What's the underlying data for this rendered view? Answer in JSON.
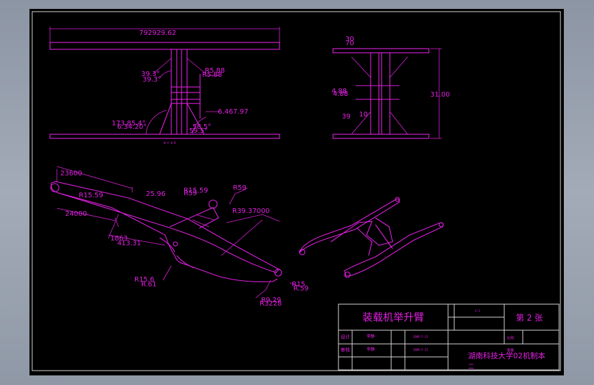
{
  "views": {
    "front": {
      "width_dim": "792929.62",
      "angle_top_a": "39.3°",
      "angle_top_b": "39.3°",
      "r_right_a": "R5.88",
      "r_right_b": "R5.88",
      "dim_mid_right": "6.467.97",
      "angle_left": "173.85.4°",
      "angle_left_b": "6.34.20°",
      "angle_bottom": "58.5°",
      "angle_bottom_b": "59.5°",
      "note": "Ⅲ A Ⅲ B"
    },
    "side": {
      "top_dim": "30",
      "top_dim_b": "70",
      "mid_dim": "4.88",
      "mid_dim_b": "4.88",
      "height_dim": "31.00",
      "bottom_a": "39",
      "bottom_b": "10"
    },
    "detail": {
      "d1": "23600",
      "d2": "R15.59",
      "d3": "25.96",
      "d4": "R15.59",
      "d5": "R59",
      "d6": "R39.37000",
      "d7": "24000",
      "d8": "1863",
      "d9": "413.31",
      "d10": "R15.6",
      "d11": "R.61",
      "d12": "R15",
      "d13": "R.59",
      "d14": "R9.29",
      "d15": "R3228"
    }
  },
  "title_block": {
    "title": "装载机举升臂",
    "sheet": "第 2 张",
    "scale": "1:1",
    "school": "湖南科技大学02机制本",
    "school_line2": "二",
    "row1_label": "设计",
    "row2_label": "审核",
    "row1_name": "李静",
    "row2_name": "李静",
    "row1_date": "2008-5-23",
    "row2_date": "2008-5-23",
    "row1_mark": "比例",
    "row2_mark": "重量"
  }
}
